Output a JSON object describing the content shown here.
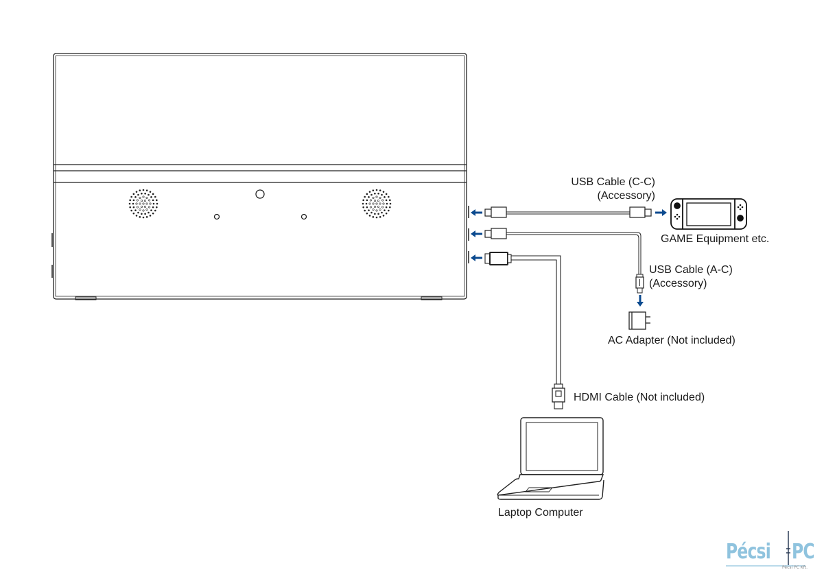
{
  "diagram": {
    "title": "Portable monitor connection diagram",
    "arrow_color": "#0b4a8f",
    "line_color": "#222222",
    "labels": {
      "usb_cc_line1": "USB Cable (C-C)",
      "usb_cc_line2": "(Accessory)",
      "game_equipment": "GAME Equipment etc.",
      "usb_ac_line1": "USB Cable (A-C)",
      "usb_ac_line2": "(Accessory)",
      "ac_adapter": "AC Adapter (Not included)",
      "hdmi_cable": "HDMI Cable (Not included)",
      "laptop": "Laptop Computer"
    },
    "ports": [
      {
        "name": "usb-c-port-1",
        "connects_to": "GAME Equipment etc."
      },
      {
        "name": "usb-c-port-2",
        "connects_to": "AC Adapter (Not included)"
      },
      {
        "name": "mini-hdmi-port",
        "connects_to": "Laptop Computer"
      }
    ]
  },
  "logo": {
    "brand_left": "Pécsi",
    "brand_right": "PC",
    "subtitle": "Pécsi PC Kft.",
    "color": "#8fc3de"
  }
}
